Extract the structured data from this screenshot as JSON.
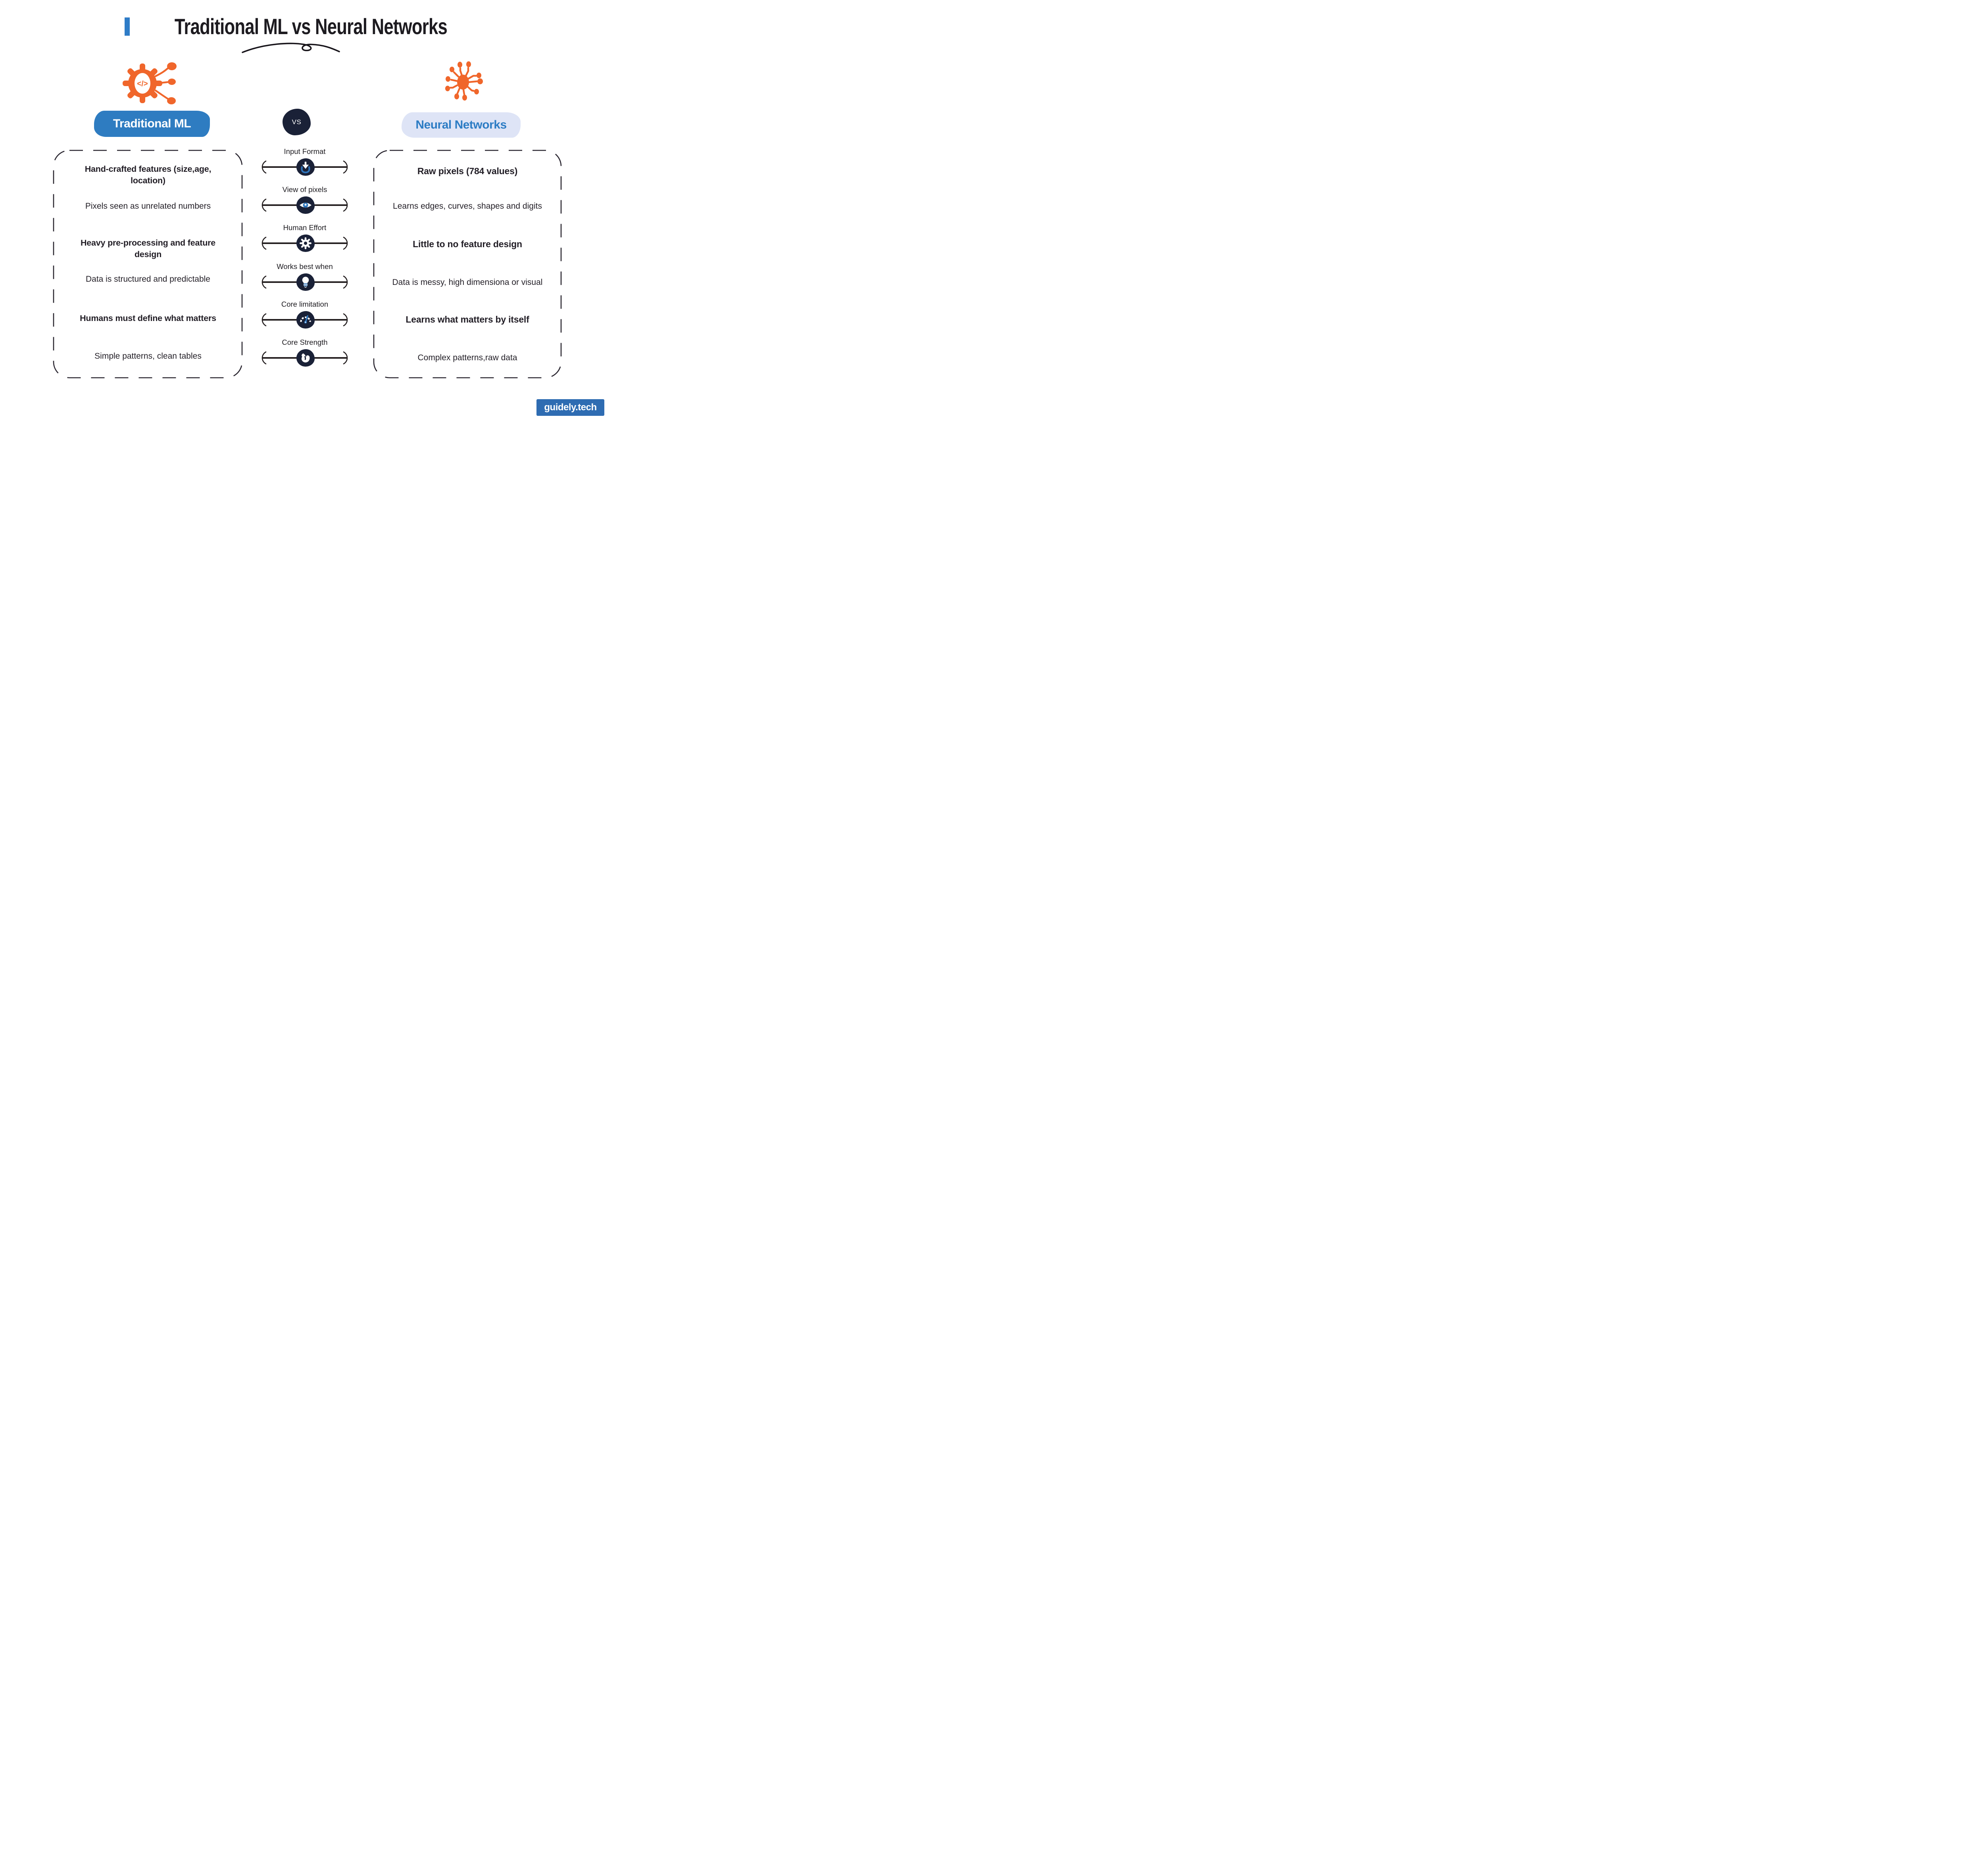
{
  "header": {
    "title": "Traditional ML vs Neural Networks",
    "left_column_title": "Traditional ML",
    "right_column_title": "Neural Networks",
    "vs_label": "VS"
  },
  "comparison_rows": [
    {
      "category": "Input Format",
      "icon": "download-icon",
      "traditional_ml": "Hand-crafted features (size,age, location)",
      "neural_networks": "Raw pixels (784 values)",
      "emphasized": true
    },
    {
      "category": "View of pixels",
      "icon": "eye-icon",
      "traditional_ml": "Pixels seen as unrelated numbers",
      "neural_networks": "Learns edges, curves, shapes and digits",
      "emphasized": false
    },
    {
      "category": "Human Effort",
      "icon": "gear-icon",
      "traditional_ml": "Heavy pre-processing and feature design",
      "neural_networks": "Little to no feature design",
      "emphasized": true
    },
    {
      "category": "Works best when",
      "icon": "lightbulb-icon",
      "traditional_ml": "Data is structured and predictable",
      "neural_networks": "Data is messy, high dimensiona or visual",
      "emphasized": false
    },
    {
      "category": "Core limitation",
      "icon": "gauge-icon",
      "traditional_ml": "Humans must define what matters",
      "neural_networks": "Learns what matters by itself",
      "emphasized": true
    },
    {
      "category": "Core Strength",
      "icon": "muscle-icon",
      "traditional_ml": "Simple patterns, clean tables",
      "neural_networks": "Complex patterns,raw data",
      "emphasized": false
    }
  ],
  "footer": {
    "brand": "guidely.tech"
  },
  "colors": {
    "accent_orange": "#F0662B",
    "brand_blue": "#2E7CC1",
    "navy": "#1A2137",
    "light_badge_bg": "#DEE4F6",
    "icon_accent_blue": "#2E75BD",
    "logo_blue": "#2E6CB2",
    "title_accent": "#2E7CC7"
  }
}
